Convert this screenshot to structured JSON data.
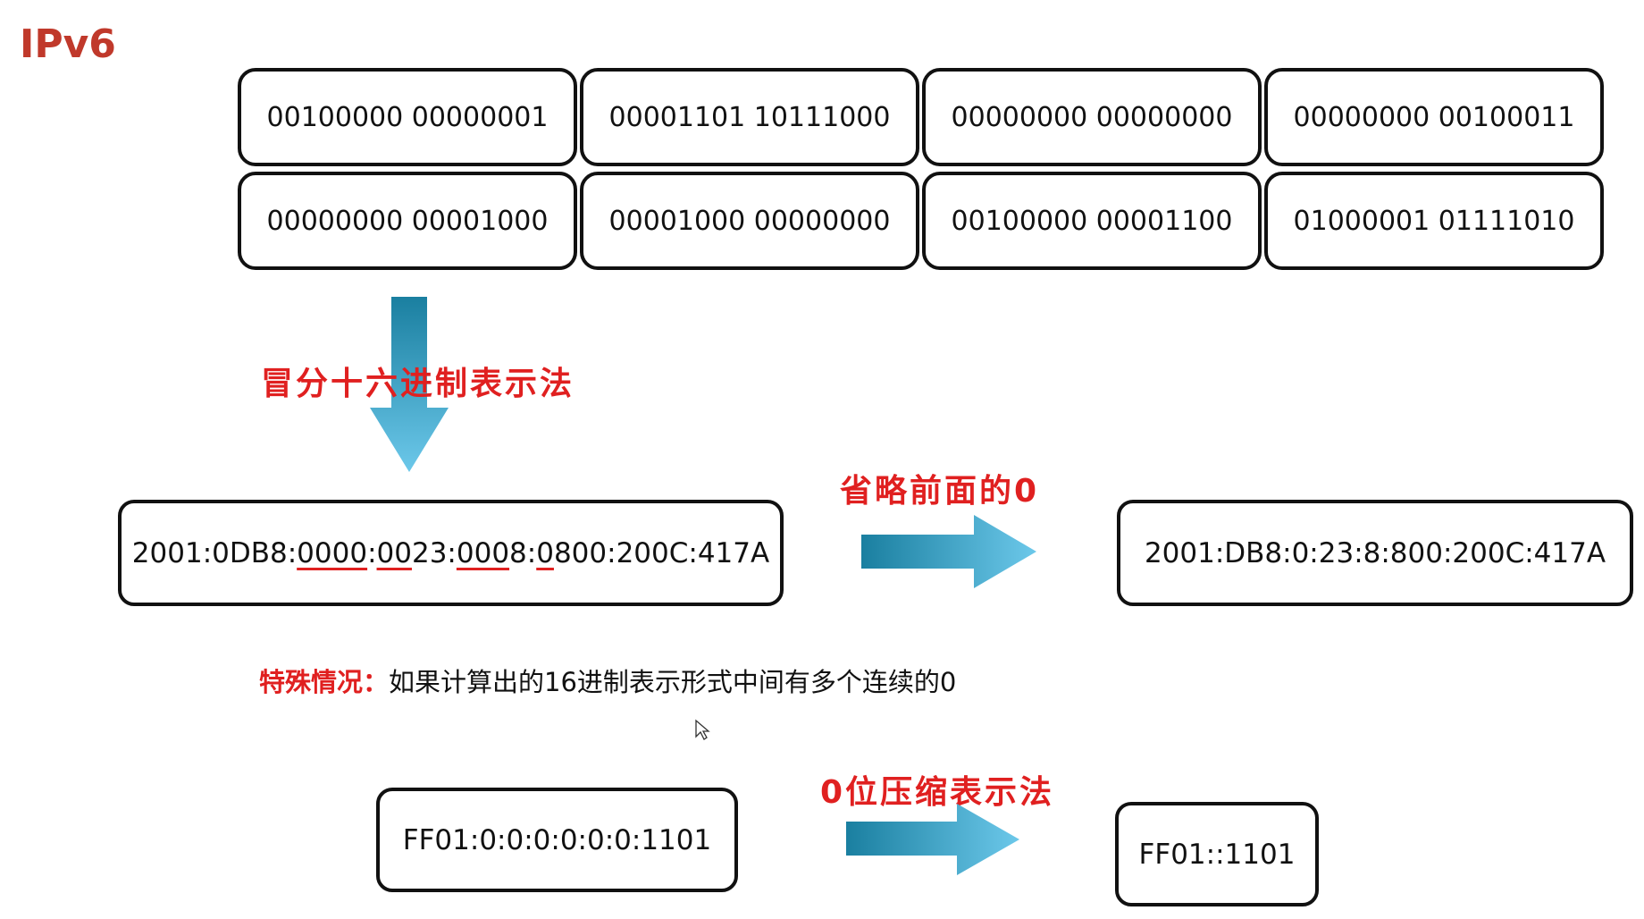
{
  "title": "IPv6",
  "binary_groups": [
    "00100000 00000001",
    "00001101 10111000",
    "00000000 00000000",
    "00000000 00100011",
    "00000000 00001000",
    "00001000 00000000",
    "00100000 00001100",
    "01000001 01111010"
  ],
  "labels": {
    "colon_hex": "冒分十六进制表示法",
    "omit_leading": "省略前面的0",
    "zero_compress": "0位压缩表示法"
  },
  "full_address": {
    "parts": [
      "2001:0DB8:",
      "0000",
      ":",
      "00",
      "23:",
      "000",
      "8:",
      "0",
      "800:200C:417A"
    ]
  },
  "short_address": "2001:DB8:0:23:8:800:200C:417A",
  "special": {
    "label": "特殊情况：",
    "text": "如果计算出的16进制表示形式中间有多个连续的0"
  },
  "multicast_full": "FF01:0:0:0:0:0:0:1101",
  "multicast_compressed": "FF01::1101",
  "colors": {
    "title": "#c0392b",
    "label": "#e02020",
    "arrow_dark": "#1a7fa0",
    "arrow_light": "#6cc8ea"
  }
}
